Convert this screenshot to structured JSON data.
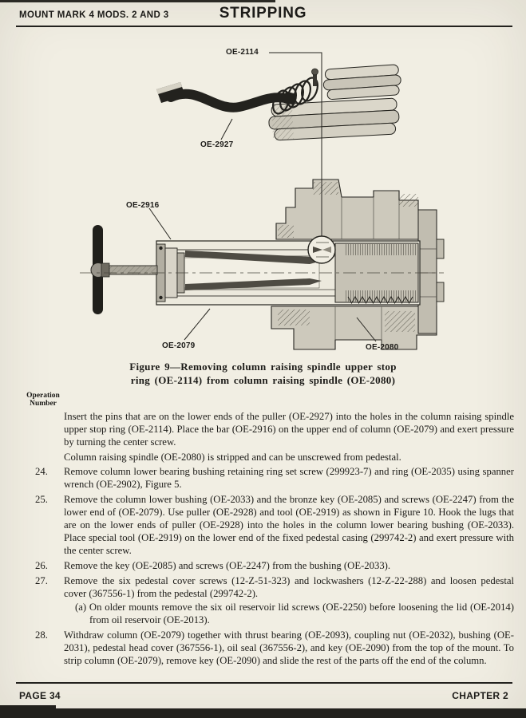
{
  "colors": {
    "paper": "#f1eee3",
    "ink": "#1c1b18"
  },
  "header": {
    "left": "MOUNT MARK 4 MODS. 2 AND 3",
    "title": "STRIPPING"
  },
  "figure": {
    "part_labels": {
      "upper_stop_ring": "OE-2114",
      "puller": "OE-2927",
      "bar": "OE-2916",
      "column": "OE-2079",
      "column_raising_spindle": "OE-2080"
    },
    "caption_line1": "Figure 9—Removing column raising spindle upper stop",
    "caption_line2": "ring (OE-2114) from column raising spindle (OE-2080)"
  },
  "operations": {
    "column_heading_line1": "Operation",
    "column_heading_line2": "Number",
    "items": [
      {
        "number": "",
        "text": "Insert the pins that are on the lower ends of the puller (OE-2927) into the holes in the column raising spindle upper stop ring (OE-2114). Place the bar (OE-2916) on the upper end of column (OE-2079) and exert pressure by turning the center screw."
      },
      {
        "number": "",
        "text": "Column raising spindle (OE-2080) is stripped and can be unscrewed from pedestal."
      },
      {
        "number": "24.",
        "text": "Remove column lower bearing bushing retaining ring set screw (299923-7) and ring (OE-2035) using spanner wrench (OE-2902), Figure 5."
      },
      {
        "number": "25.",
        "text": "Remove the column lower bushing (OE-2033) and the bronze key (OE-2085) and screws (OE-2247) from the lower end of (OE-2079). Use puller (OE-2928) and tool (OE-2919) as shown in Figure 10. Hook the lugs that are on the lower ends of puller (OE-2928) into the holes in the column lower bearing bushing (OE-2033). Place special tool (OE-2919) on the lower end of the fixed pedestal casing (299742-2) and exert pressure with the center screw."
      },
      {
        "number": "26.",
        "text": "Remove the key (OE-2085) and screws (OE-2247) from the bushing (OE-2033)."
      },
      {
        "number": "27.",
        "text": "Remove the six pedestal cover screws (12-Z-51-323) and lockwashers (12-Z-22-288) and loosen pedestal cover (367556-1) from the pedestal (299742-2).",
        "sub_a": "(a) On older mounts remove the six oil reservoir lid screws (OE-2250) before loosening the lid (OE-2014) from oil reservoir (OE-2013)."
      },
      {
        "number": "28.",
        "text": "Withdraw column (OE-2079) together with thrust bearing (OE-2093), coupling nut (OE-2032), bushing (OE-2031), pedestal head cover (367556-1), oil seal (367556-2), and key (OE-2090) from the top of the mount. To strip column (OE-2079), remove key (OE-2090) and slide the rest of the parts off the end of the column."
      }
    ]
  },
  "footer": {
    "left": "PAGE 34",
    "right": "CHAPTER 2"
  }
}
